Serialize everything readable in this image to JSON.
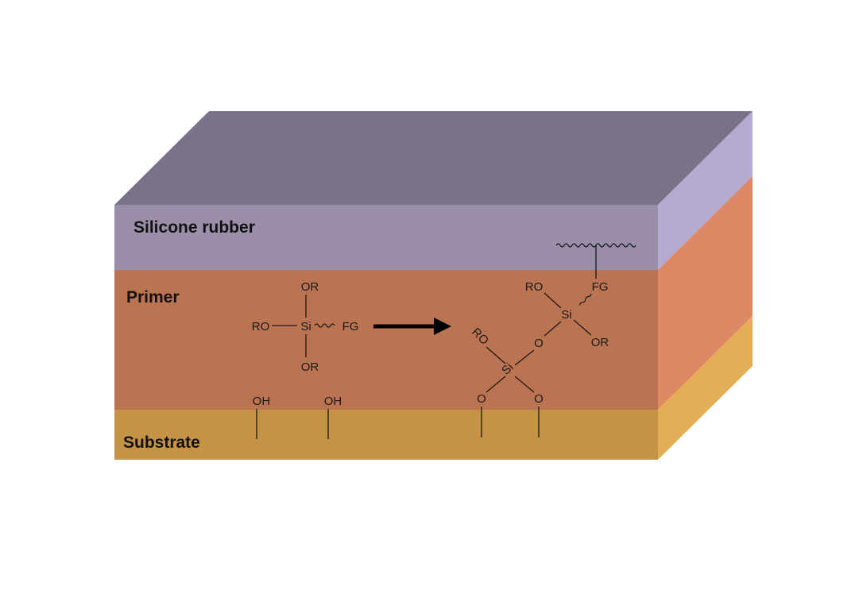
{
  "layers": {
    "silicone": {
      "label": "Silicone rubber",
      "top": "#7a7289",
      "front": "#9a8ea9",
      "side": "#b5abcf"
    },
    "primer": {
      "label": "Primer",
      "front": "#bb7452",
      "side": "#df8865"
    },
    "substrate": {
      "label": "Substrate",
      "front": "#c49346",
      "side": "#e2ae55"
    }
  },
  "reactant": {
    "top": "OR",
    "left": "RO",
    "center": "Si",
    "right": "FG",
    "bottom": "OR"
  },
  "product": {
    "upper_ro": "RO",
    "upper_fg": "FG",
    "upper_si": "Si",
    "upper_or": "OR",
    "link_o": "O",
    "lower_ro": "RO",
    "lower_si": "Si",
    "lower_o1": "O",
    "lower_o2": "O"
  },
  "substrate_groups": {
    "oh1": "OH",
    "oh2": "OH"
  }
}
